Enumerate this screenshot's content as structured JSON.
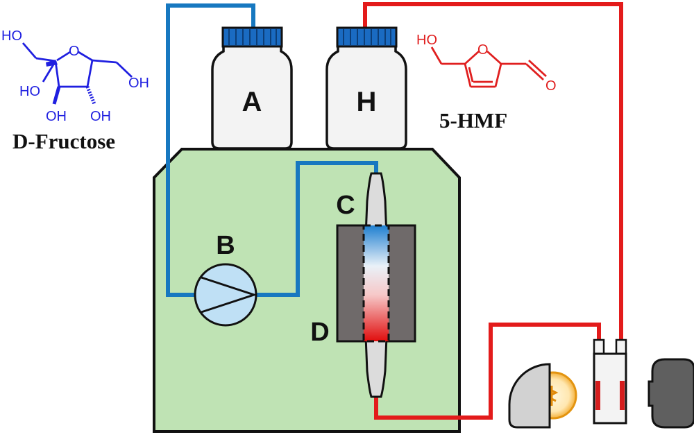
{
  "labels": {
    "bottle_a": "A",
    "bottle_h": "H",
    "pump": "B",
    "reactor_c": "C",
    "heater_d": "D"
  },
  "fructose": {
    "name": "D-Fructose",
    "atoms": {
      "ho_top": "HO",
      "o_ring": "O",
      "oh_right": "OH",
      "ho_left": "HO",
      "oh_bottom_left": "OH",
      "oh_bottom_right": "OH"
    },
    "color": "#1f1fe0"
  },
  "hmf": {
    "name": "5-HMF",
    "atoms": {
      "ho": "HO",
      "o_ring": "O",
      "o_ald": "O"
    },
    "color": "#e01f1f"
  },
  "colors": {
    "blue_line": "#1778c0",
    "red_line": "#e31b1b",
    "panel": "#bfe3b4",
    "heater": "#6f6a6a",
    "bottle_cap": "#1a6bc2",
    "bottle_body": "#f3f3f3",
    "pump": "#bfe0f5"
  }
}
